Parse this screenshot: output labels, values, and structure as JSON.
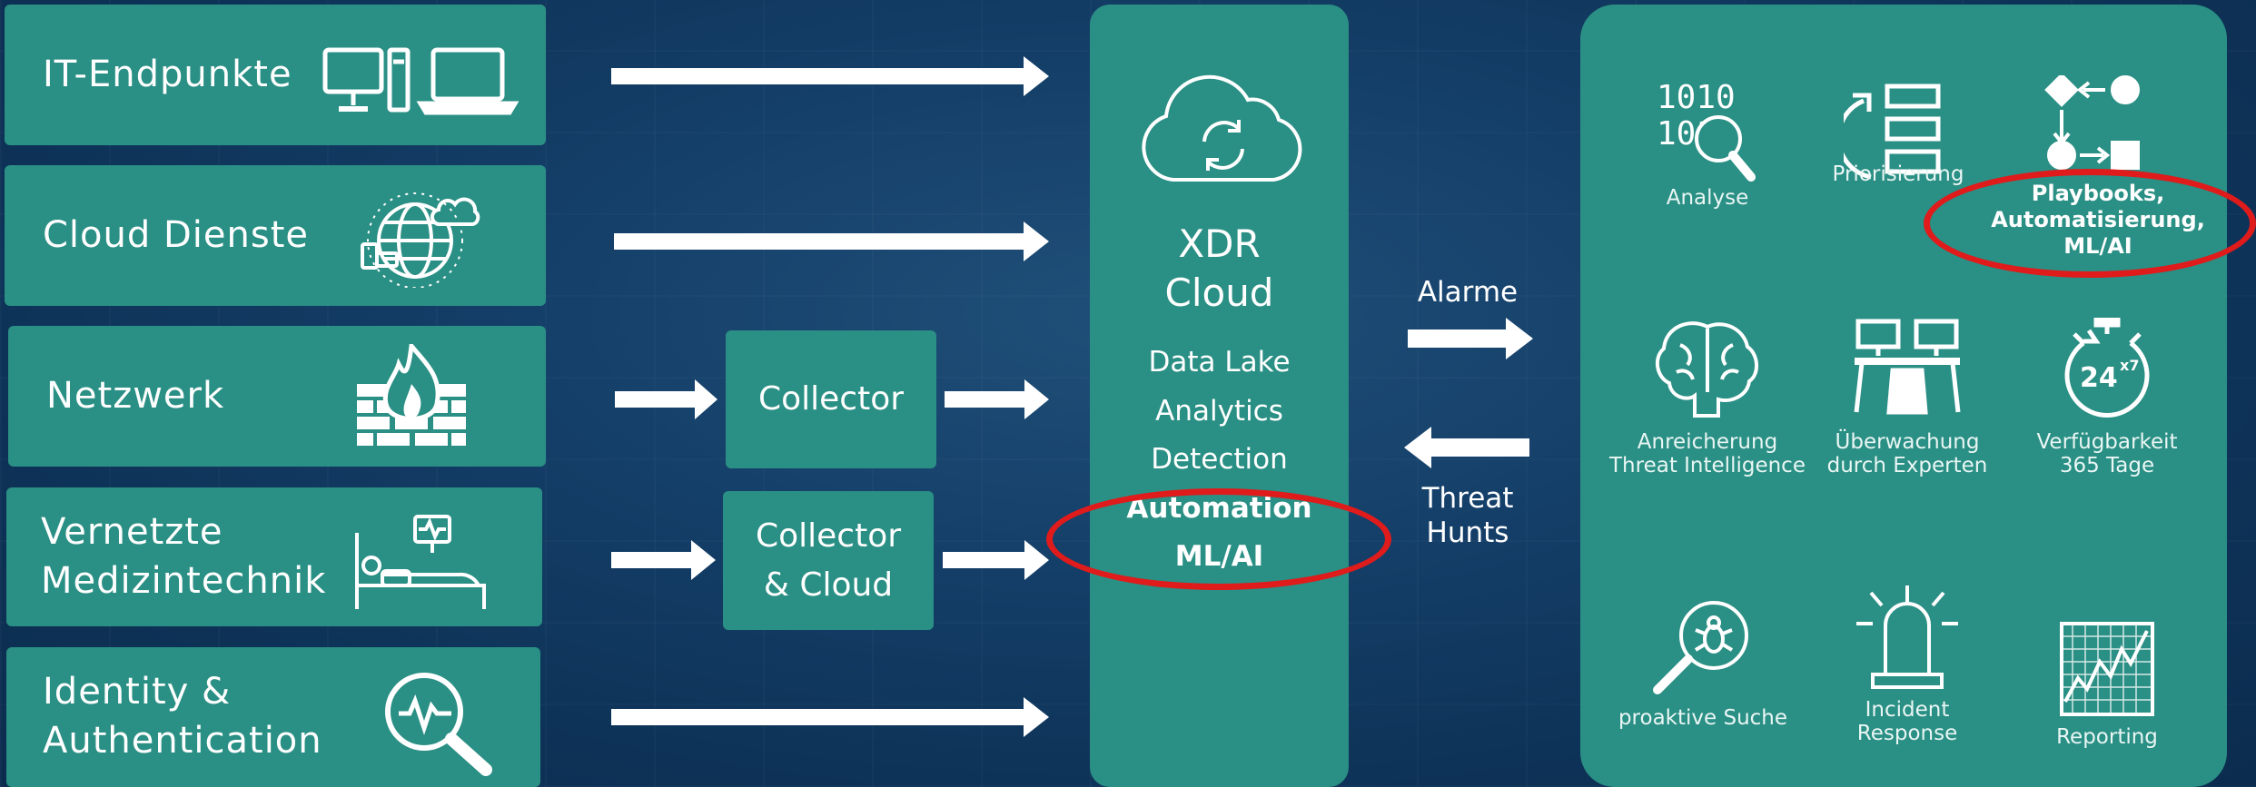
{
  "sources": [
    {
      "label": "IT-Endpunkte",
      "icon": "computer-laptop-icon"
    },
    {
      "label": "Cloud Dienste",
      "icon": "cloud-globe-icon"
    },
    {
      "label": "Netzwerk",
      "icon": "firewall-icon"
    },
    {
      "label": "Vernetzte\nMedizintechnik",
      "icon": "hospital-bed-icon"
    },
    {
      "label": "Identity &\nAuthentication",
      "icon": "magnifier-pulse-icon"
    }
  ],
  "collectors": [
    {
      "label": "Collector"
    },
    {
      "label": "Collector\n& Cloud"
    }
  ],
  "xdr": {
    "icon": "cloud-sync-icon",
    "title_line1": "XDR",
    "title_line2": "Cloud",
    "items": [
      "Data Lake",
      "Analytics",
      "Detection"
    ],
    "highlight_items": [
      "Automation",
      "ML/AI"
    ]
  },
  "flows": {
    "alarme": "Alarme",
    "threat_hunts_line1": "Threat",
    "threat_hunts_line2": "Hunts"
  },
  "services": [
    {
      "label": "Analyse",
      "icon": "binary-search-icon"
    },
    {
      "label": "Priorisierung",
      "icon": "prioritize-list-icon"
    },
    {
      "label": "Playbooks,\nAutomatisierung,\nML/AI",
      "icon": "playbook-flow-icon",
      "highlight": true
    },
    {
      "label": "Anreicherung\nThreat Intelligence",
      "icon": "brain-icon"
    },
    {
      "label": "Überwachung\ndurch Experten",
      "icon": "monitoring-desks-icon"
    },
    {
      "label": "Verfügbarkeit\n365 Tage",
      "icon": "stopwatch-24x7-icon"
    },
    {
      "label": "proaktive Suche",
      "icon": "bug-search-icon"
    },
    {
      "label": "Incident\nResponse",
      "icon": "alarm-light-icon"
    },
    {
      "label": "Reporting",
      "icon": "line-chart-icon"
    }
  ],
  "colors": {
    "panel": "#2a8f84",
    "background": "#0e3358",
    "highlight_ring": "#e01b1b",
    "arrow": "#ffffff"
  }
}
